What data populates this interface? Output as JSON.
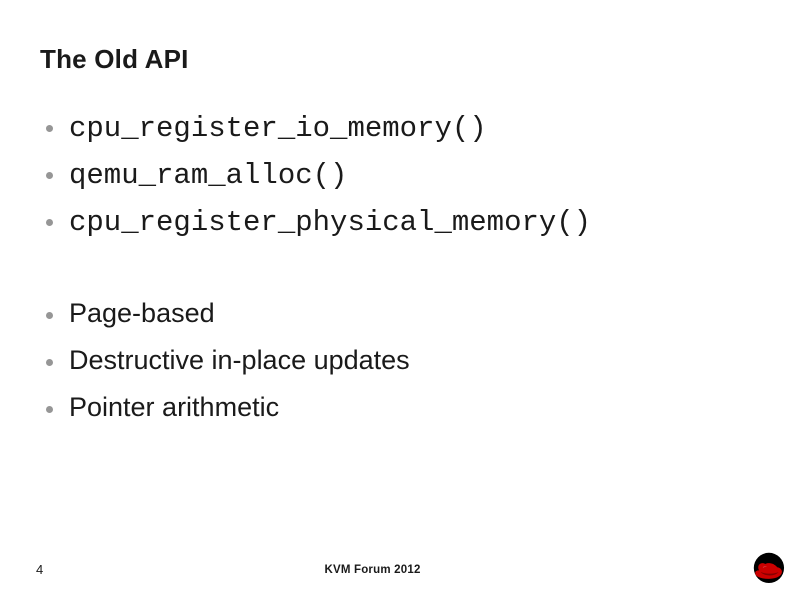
{
  "slide": {
    "title": "The Old API",
    "bullets": [
      {
        "text": "cpu_register_io_memory()",
        "style": "mono"
      },
      {
        "text": "qemu_ram_alloc()",
        "style": "mono"
      },
      {
        "text": "cpu_register_physical_memory()",
        "style": "mono"
      },
      {
        "text": "",
        "style": "spacer"
      },
      {
        "text": "Page-based",
        "style": "sans"
      },
      {
        "text": "Destructive in-place updates",
        "style": "sans"
      },
      {
        "text": "Pointer arithmetic",
        "style": "sans"
      }
    ]
  },
  "footer": {
    "page_number": "4",
    "center_text": "KVM Forum 2012",
    "logo_name": "red-hat-shadowman-logo",
    "logo_colors": {
      "circle": "#000000",
      "hat": "#cc0000"
    }
  },
  "colors": {
    "background": "#ffffff",
    "text": "#1a1a1a",
    "bullet": "#969696"
  }
}
